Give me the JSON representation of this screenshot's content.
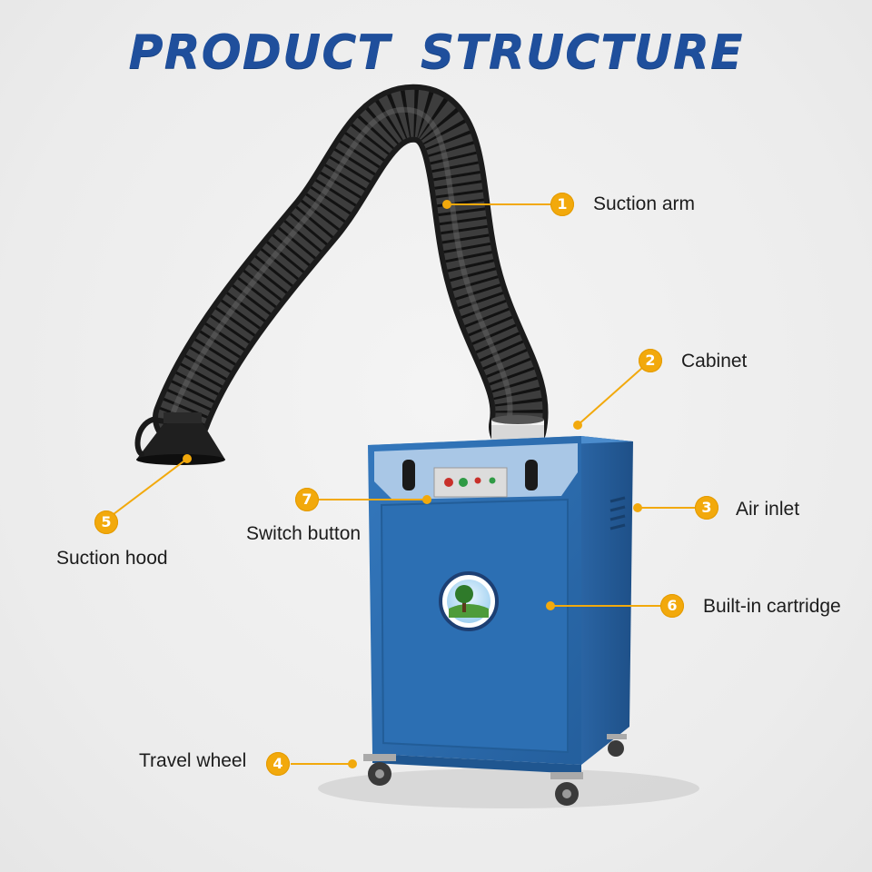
{
  "title": "PRODUCT  STRUCTURE",
  "colors": {
    "title": "#1f4f9c",
    "callout": "#f2a90c",
    "cabinet": "#2e6eb1",
    "hose": "#2b2b2b"
  },
  "callouts": [
    {
      "number": "1",
      "label": "Suction arm"
    },
    {
      "number": "2",
      "label": "Cabinet"
    },
    {
      "number": "3",
      "label": "Air inlet"
    },
    {
      "number": "4",
      "label": "Travel wheel"
    },
    {
      "number": "5",
      "label": "Suction hood"
    },
    {
      "number": "6",
      "label": "Built-in cartridge"
    },
    {
      "number": "7",
      "label": "Switch button"
    }
  ],
  "control_panel": {
    "lights": [
      "#c8302a",
      "#2f9a45",
      "#c8302a",
      "#2f9a45"
    ]
  }
}
